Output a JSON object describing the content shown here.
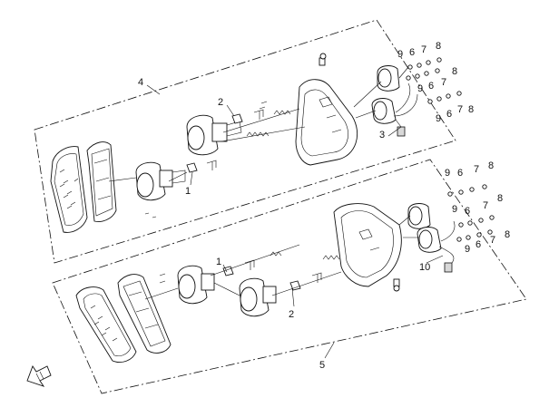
{
  "callouts": {
    "upper_group": "4",
    "lower_group": "5",
    "up_bulb_holder": "2",
    "up_bulb": "1",
    "up_socket_connector": "3",
    "up_stack_a": [
      "9",
      "6",
      "7",
      "8"
    ],
    "up_stack_b": [
      "9",
      "6",
      "7",
      "8"
    ],
    "up_stack_c": [
      "9",
      "6",
      "7",
      "8"
    ],
    "low_bulb": "1",
    "low_bulb_holder": "2",
    "low_socket_connector": "10",
    "low_stack_a": [
      "9",
      "6",
      "7",
      "8"
    ],
    "low_stack_b": [
      "9",
      "6",
      "7",
      "8"
    ],
    "low_stack_c": [
      "9",
      "6",
      "7",
      "8"
    ]
  }
}
